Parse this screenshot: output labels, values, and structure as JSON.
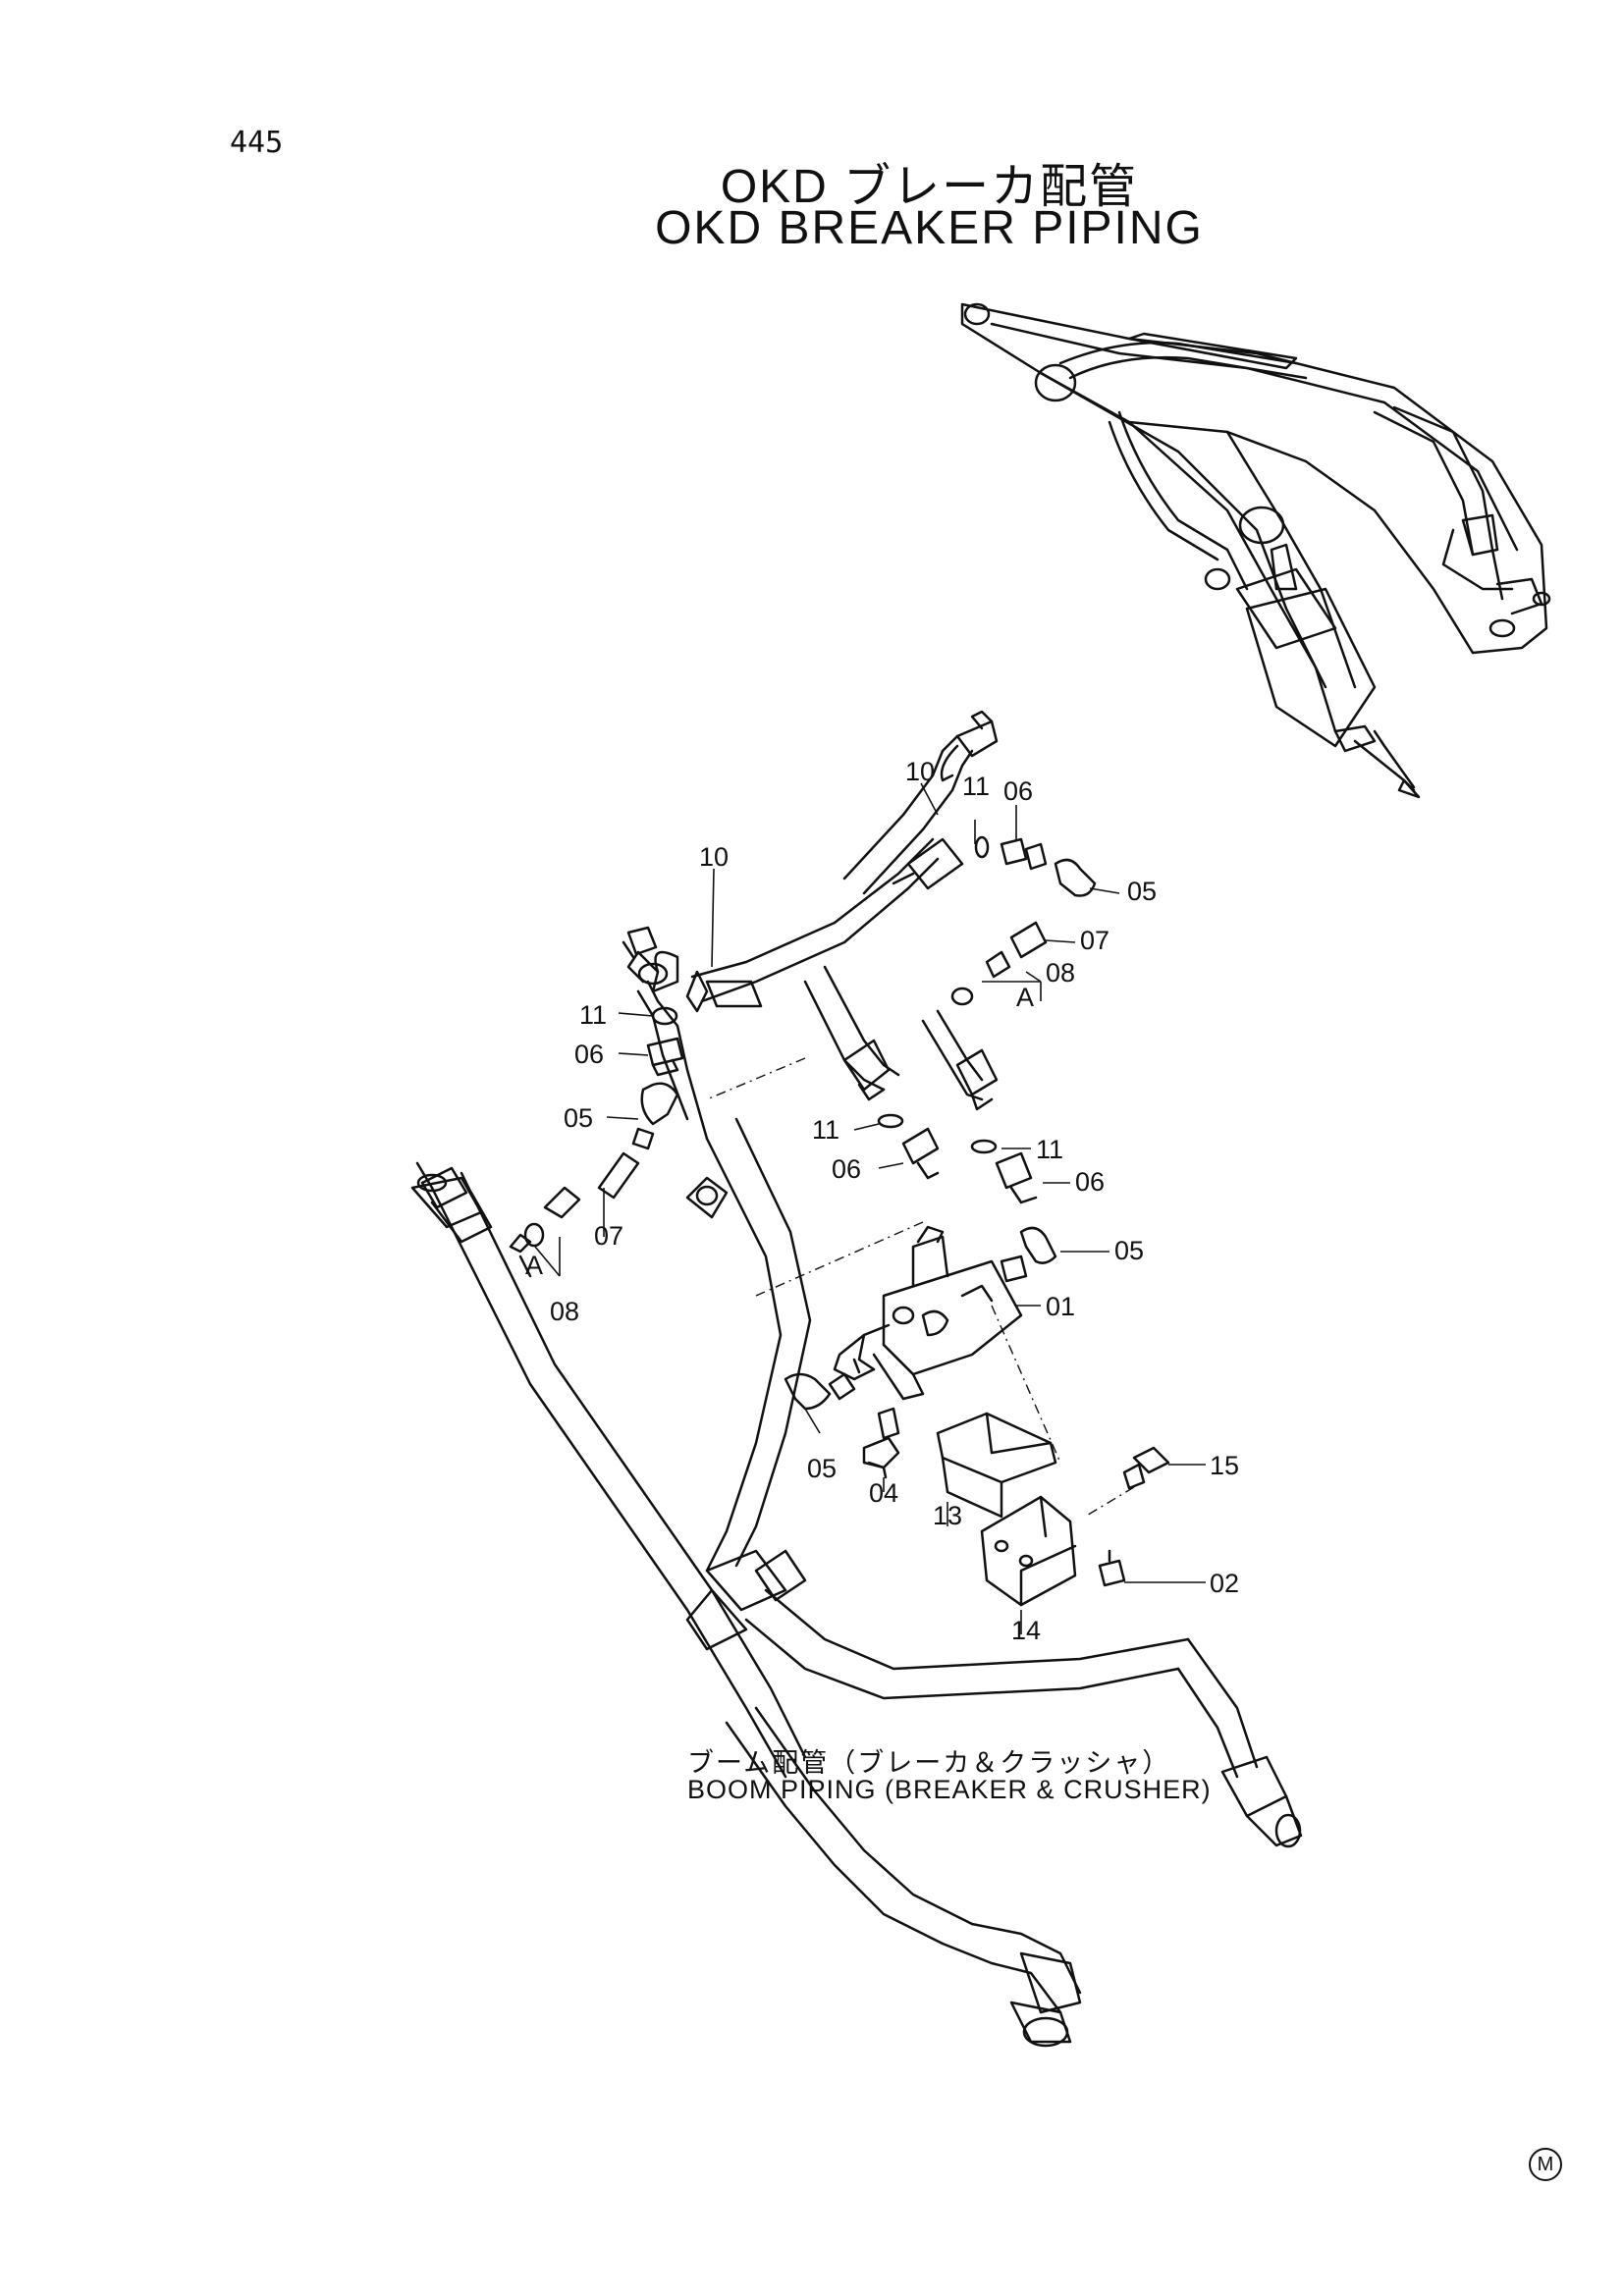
{
  "page_number": "445",
  "title_jp": "OKD ブレーカ配管",
  "title_en": "OKD BREAKER PIPING",
  "callouts": {
    "c10a": "10",
    "c11a": "11",
    "c06a": "06",
    "c05a": "05",
    "c07a": "07",
    "c08a": "08",
    "cAa": "A",
    "c10b": "10",
    "c11b": "11",
    "c06b": "06",
    "c05b": "05",
    "c07b": "07",
    "c08b": "08",
    "cAb": "A",
    "c11c": "11",
    "c06c": "06",
    "c11d": "11",
    "c06d": "06",
    "c05c": "05",
    "c01": "01",
    "c05d": "05",
    "c04": "04",
    "c13": "13",
    "c14": "14",
    "c15": "15",
    "c02": "02"
  },
  "caption_jp": "ブーム配管（ブレーカ＆クラッシャ）",
  "caption_en": "BOOM PIPING (BREAKER & CRUSHER)",
  "corner_mark": "M"
}
